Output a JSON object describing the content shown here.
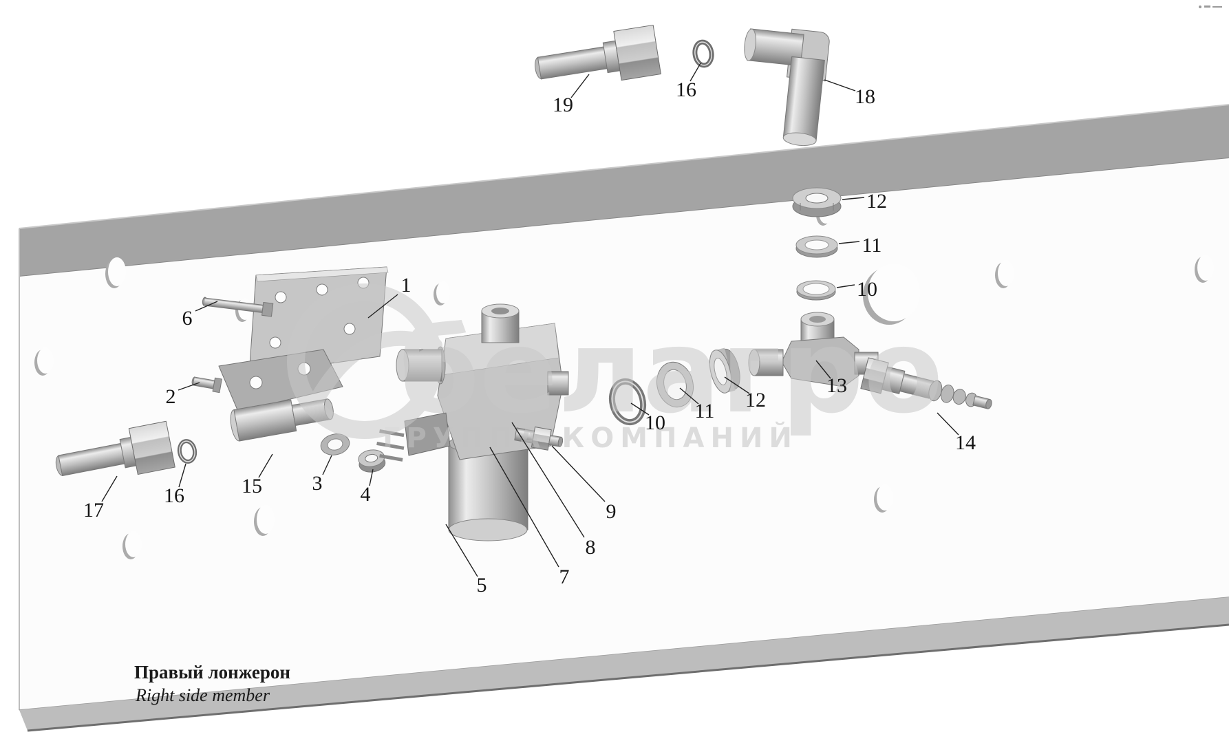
{
  "diagram": {
    "title_caption": {
      "ru": "Правый лонжерон",
      "en": "Right side member"
    },
    "watermark": {
      "name": "белагро",
      "subtitle": "ГРУППА КОМПАНИЙ"
    },
    "colors": {
      "background": "#ffffff",
      "rail_flange": "#a4a4a4",
      "rail_web": "#fcfcfc",
      "rail_bottom_band": "#bdbdbd",
      "watermark_gray": "#c9c9c9",
      "callout_text": "#151515"
    },
    "callouts": [
      {
        "id": "19",
        "label": "19"
      },
      {
        "id": "16-top",
        "label": "16"
      },
      {
        "id": "18",
        "label": "18"
      },
      {
        "id": "12-right",
        "label": "12"
      },
      {
        "id": "11-right",
        "label": "11"
      },
      {
        "id": "10-right",
        "label": "10"
      },
      {
        "id": "1",
        "label": "1"
      },
      {
        "id": "6",
        "label": "6"
      },
      {
        "id": "2",
        "label": "2"
      },
      {
        "id": "10-mid",
        "label": "10"
      },
      {
        "id": "11-mid",
        "label": "11"
      },
      {
        "id": "12-mid",
        "label": "12"
      },
      {
        "id": "13",
        "label": "13"
      },
      {
        "id": "14",
        "label": "14"
      },
      {
        "id": "15",
        "label": "15"
      },
      {
        "id": "3",
        "label": "3"
      },
      {
        "id": "4",
        "label": "4"
      },
      {
        "id": "16-left",
        "label": "16"
      },
      {
        "id": "17",
        "label": "17"
      },
      {
        "id": "5",
        "label": "5"
      },
      {
        "id": "7",
        "label": "7"
      },
      {
        "id": "8",
        "label": "8"
      },
      {
        "id": "9",
        "label": "9"
      }
    ]
  }
}
